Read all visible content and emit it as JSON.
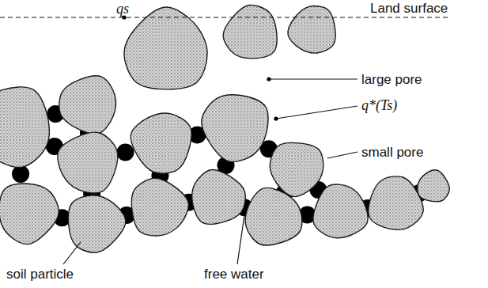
{
  "diagram": {
    "labels": [
      "qs",
      "Land surface",
      "large pore",
      "q*(Ts)",
      "small pore",
      "soil particle",
      "free water"
    ]
  }
}
